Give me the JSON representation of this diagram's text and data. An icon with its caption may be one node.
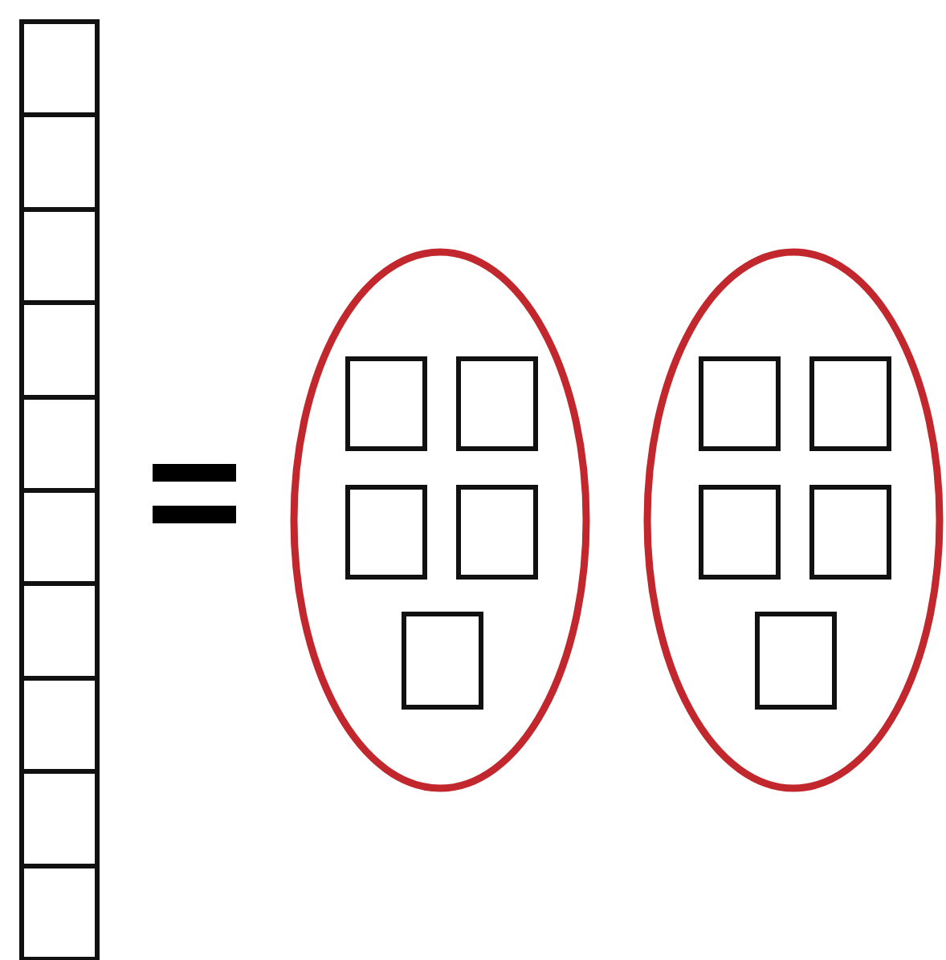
{
  "diagram": {
    "nodes": [
      {
        "text": [],
        "shape": "box"
      },
      {
        "text": [],
        "shape": "box"
      },
      {
        "text": [],
        "shape": "box"
      },
      {
        "text": [],
        "shape": "box"
      },
      {
        "text": [],
        "shape": "box"
      },
      {
        "text": [],
        "shape": "box"
      },
      {
        "text": [],
        "shape": "box"
      },
      {
        "text": [],
        "shape": "box"
      },
      {
        "text": [],
        "shape": "box"
      },
      {
        "text": [],
        "shape": "box"
      },
      {
        "text": [],
        "shape": "ellipse"
      },
      {
        "text": [],
        "shape": "box",
        "in": 10
      },
      {
        "text": [],
        "shape": "box",
        "in": 10
      },
      {
        "text": [],
        "shape": "box",
        "in": 10
      },
      {
        "text": [],
        "shape": "box",
        "in": 10
      },
      {
        "text": [],
        "shape": "box",
        "in": 10
      },
      {
        "text": [],
        "shape": "ellipse"
      },
      {
        "text": [],
        "shape": "box",
        "in": 16
      },
      {
        "text": [],
        "shape": "box",
        "in": 16
      },
      {
        "text": [],
        "shape": "box",
        "in": 16
      },
      {
        "text": [],
        "shape": "box",
        "in": 16
      },
      {
        "text": [],
        "shape": "box",
        "in": 16
      }
    ]
  }
}
